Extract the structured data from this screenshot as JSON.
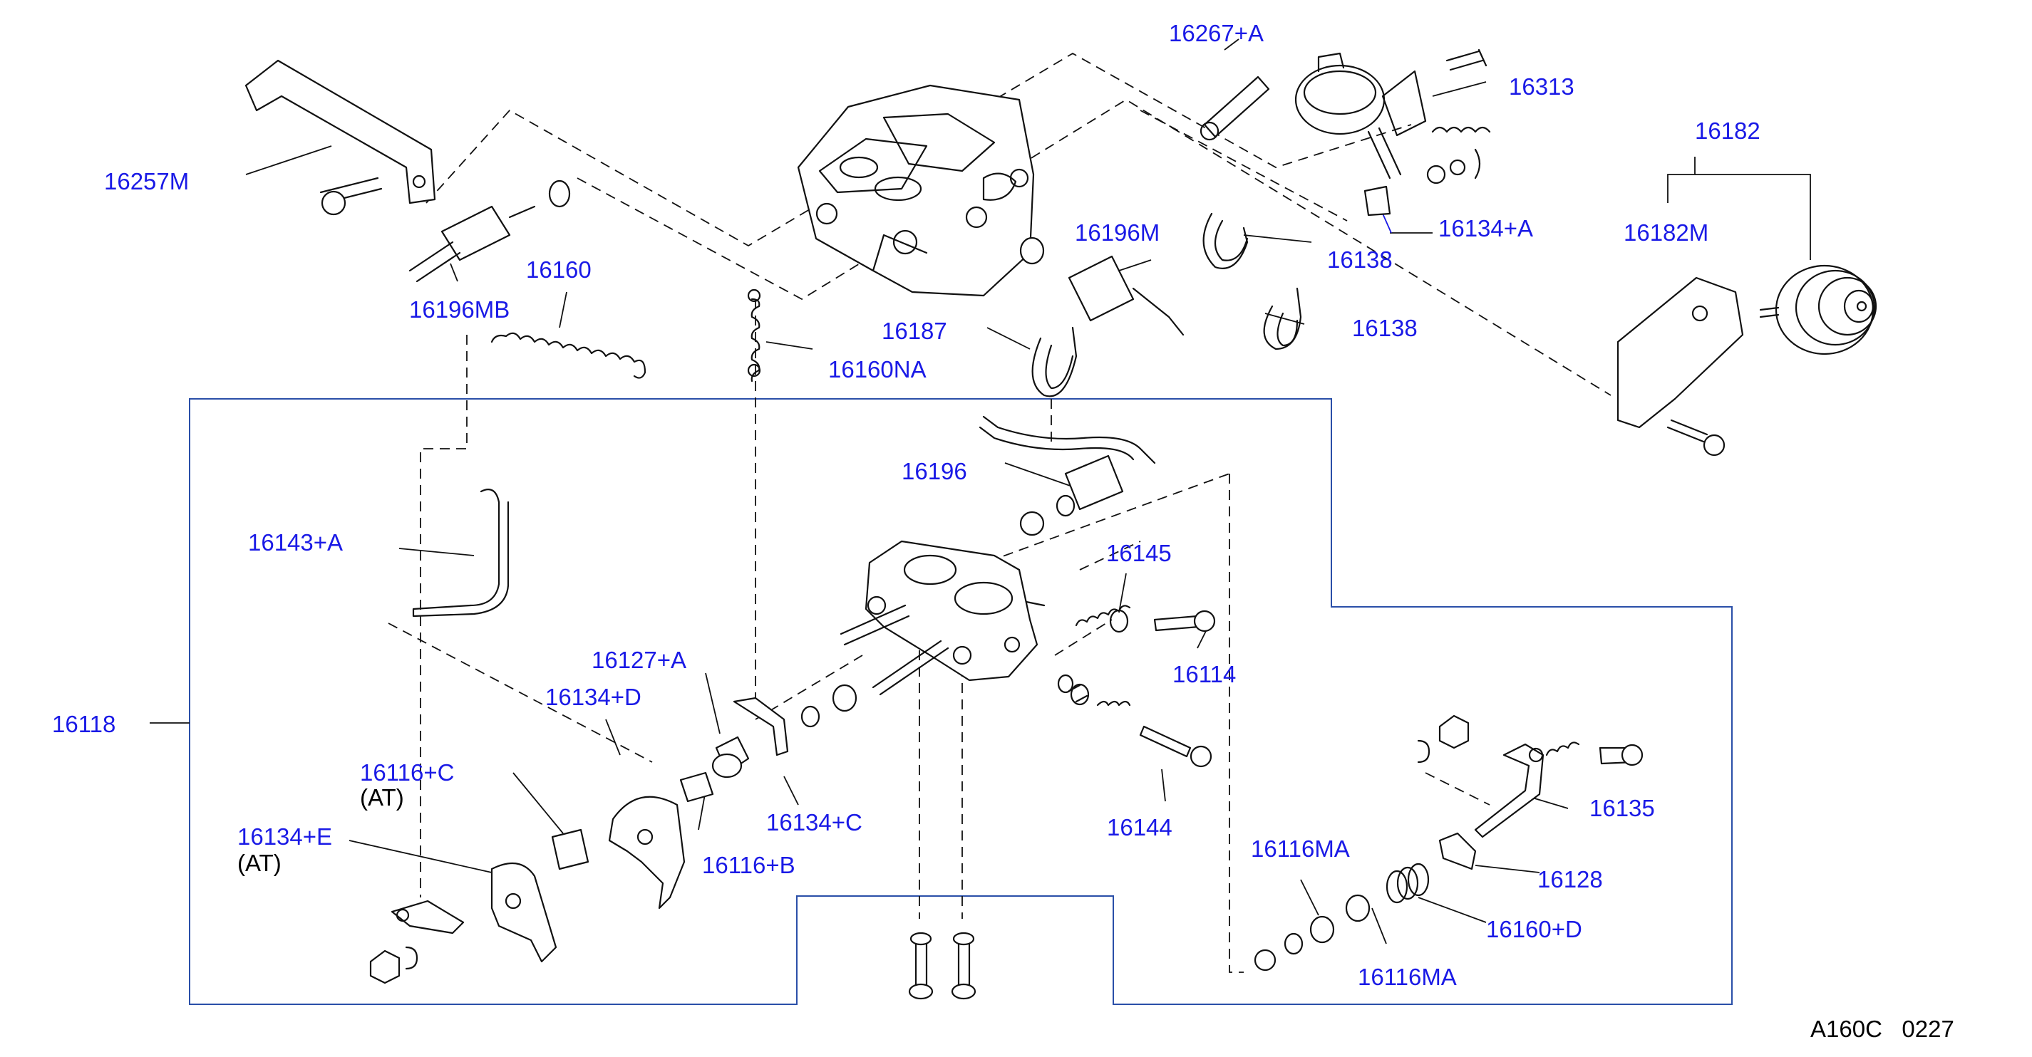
{
  "diagram_code": "A160C   0227",
  "callouts": {
    "c16267A": "16267+A",
    "c16313": "16313",
    "c16182": "16182",
    "c16257M": "16257M",
    "c16134A": "16134+A",
    "c16182M": "16182M",
    "c16196M": "16196M",
    "c16138a": "16138",
    "c16160": "16160",
    "c16196MB": "16196MB",
    "c16187": "16187",
    "c16138b": "16138",
    "c16160NA": "16160NA",
    "c16196": "16196",
    "c16143A": "16143+A",
    "c16145": "16145",
    "c16127A": "16127+A",
    "c16114": "16114",
    "c16134D": "16134+D",
    "c16118": "16118",
    "c16116C": "16116+C",
    "c16135": "16135",
    "c16134C": "16134+C",
    "c16144": "16144",
    "c16134E": "16134+E",
    "c16116MAa": "16116MA",
    "c16128": "16128",
    "c16116B": "16116+B",
    "c16160D": "16160+D",
    "c16116MAb": "16116MA"
  },
  "notes": {
    "at1": "(AT)",
    "at2": "(AT)"
  }
}
